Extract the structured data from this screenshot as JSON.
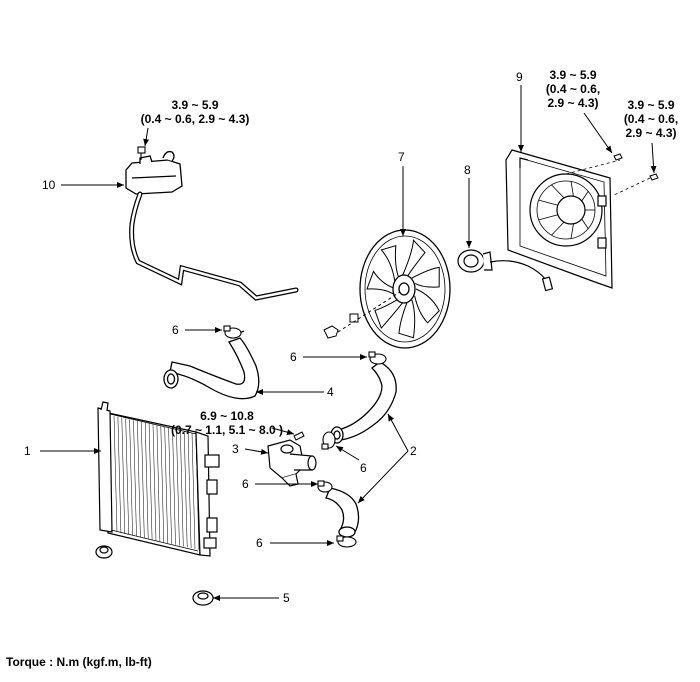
{
  "callouts": {
    "c1": "1",
    "c2": "2",
    "c3": "3",
    "c4": "4",
    "c5": "5",
    "c6a": "6",
    "c6b": "6",
    "c6c": "6",
    "c6d": "6",
    "c6e": "6",
    "c7": "7",
    "c8": "8",
    "c9": "9",
    "c10": "10"
  },
  "torque_specs": {
    "reservoir": {
      "line1": "3.9 ~ 5.9",
      "line2": "(0.4 ~ 0.6, 2.9 ~ 4.3)"
    },
    "shroud_a": {
      "line1": "3.9 ~ 5.9",
      "line2": "(0.4 ~ 0.6,",
      "line3": "2.9 ~ 4.3)"
    },
    "shroud_b": {
      "line1": "3.9 ~ 5.9",
      "line2": "(0.4 ~ 0.6,",
      "line3": "2.9 ~ 4.3)"
    },
    "thermostat": {
      "line1": "6.9 ~ 10.8",
      "line2": "(0.7 ~ 1.1, 5.1 ~ 8.0 )"
    }
  },
  "torque_units_caption": "Torque : N.m (kgf.m, lb-ft)",
  "colors": {
    "line": "#000000",
    "background": "#ffffff",
    "part_fill": "#ffffff",
    "shade": "#d8d8d8"
  }
}
